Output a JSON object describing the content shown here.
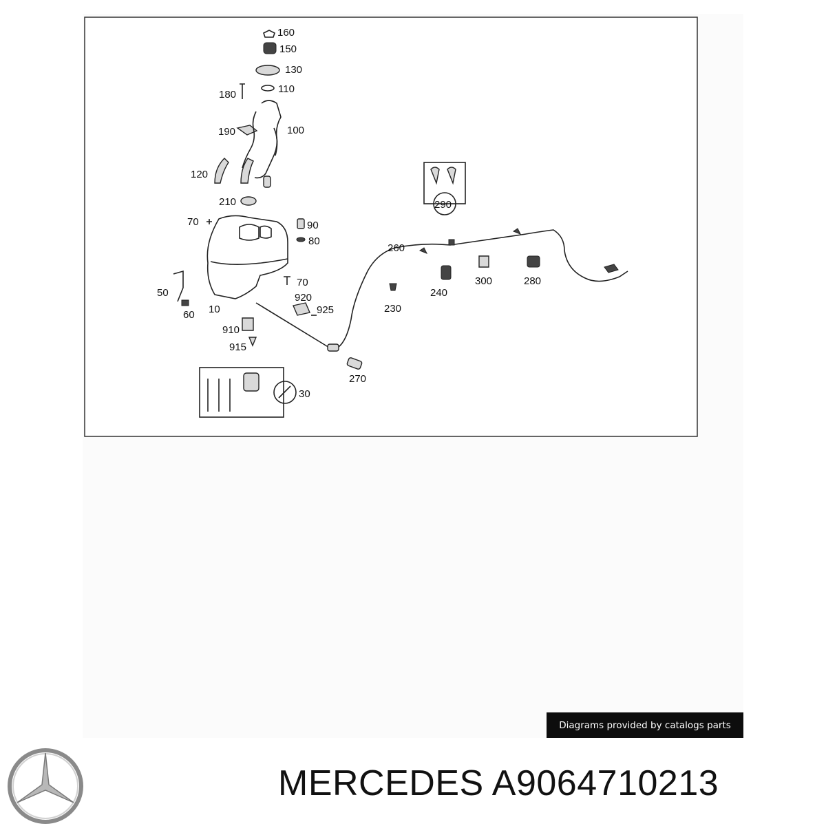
{
  "diagram": {
    "callouts": [
      {
        "id": "c160",
        "text": "160"
      },
      {
        "id": "c150",
        "text": "150"
      },
      {
        "id": "c130",
        "text": "130"
      },
      {
        "id": "c110",
        "text": "110"
      },
      {
        "id": "c180",
        "text": "180"
      },
      {
        "id": "c190",
        "text": "190"
      },
      {
        "id": "c100",
        "text": "100"
      },
      {
        "id": "c120",
        "text": "120"
      },
      {
        "id": "c210",
        "text": "210"
      },
      {
        "id": "c70a",
        "text": "70"
      },
      {
        "id": "c90",
        "text": "90"
      },
      {
        "id": "c80",
        "text": "80"
      },
      {
        "id": "c70b",
        "text": "70"
      },
      {
        "id": "c50",
        "text": "50"
      },
      {
        "id": "c10",
        "text": "10"
      },
      {
        "id": "c60",
        "text": "60"
      },
      {
        "id": "c920",
        "text": "920"
      },
      {
        "id": "c925",
        "text": "925"
      },
      {
        "id": "c910",
        "text": "910"
      },
      {
        "id": "c915",
        "text": "915"
      },
      {
        "id": "c260",
        "text": "260"
      },
      {
        "id": "c290",
        "text": "290"
      },
      {
        "id": "c240",
        "text": "240"
      },
      {
        "id": "c300",
        "text": "300"
      },
      {
        "id": "c280",
        "text": "280"
      },
      {
        "id": "c230",
        "text": "230"
      },
      {
        "id": "c270",
        "text": "270"
      },
      {
        "id": "c30",
        "text": "30"
      }
    ]
  },
  "credit": "Diagrams provided by catalogs parts",
  "title": "MERCEDES A9064710213",
  "logo": {
    "icon": "mercedes-star-icon"
  }
}
